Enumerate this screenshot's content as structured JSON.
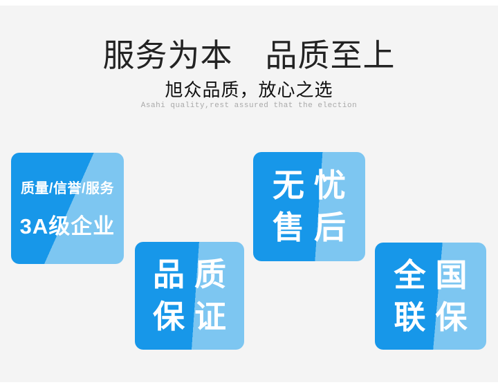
{
  "header": {
    "title": "服务为本　品质至上",
    "subtitle": "旭众品质，放心之选",
    "subtitle_en": "Asahi quality,rest assured that the election"
  },
  "badges": [
    {
      "id": "3a-enterprise",
      "line1": "质量/信誉/服务",
      "line2": "3A级企业"
    },
    {
      "id": "quality-guarantee",
      "line1": "品质",
      "line2": "保证"
    },
    {
      "id": "worryfree-aftersales",
      "line1": "无忧",
      "line2": "售后"
    },
    {
      "id": "nationwide-warranty",
      "line1": "全国",
      "line2": "联保"
    }
  ],
  "colors": {
    "page": "#ffffff",
    "background": "#f4f4f4",
    "title": "#232323",
    "subtitle": "#111111",
    "subtitle-en": "#a9a9a9",
    "badge-dark": "#1797e9",
    "badge-light": "#7dc6f1"
  }
}
